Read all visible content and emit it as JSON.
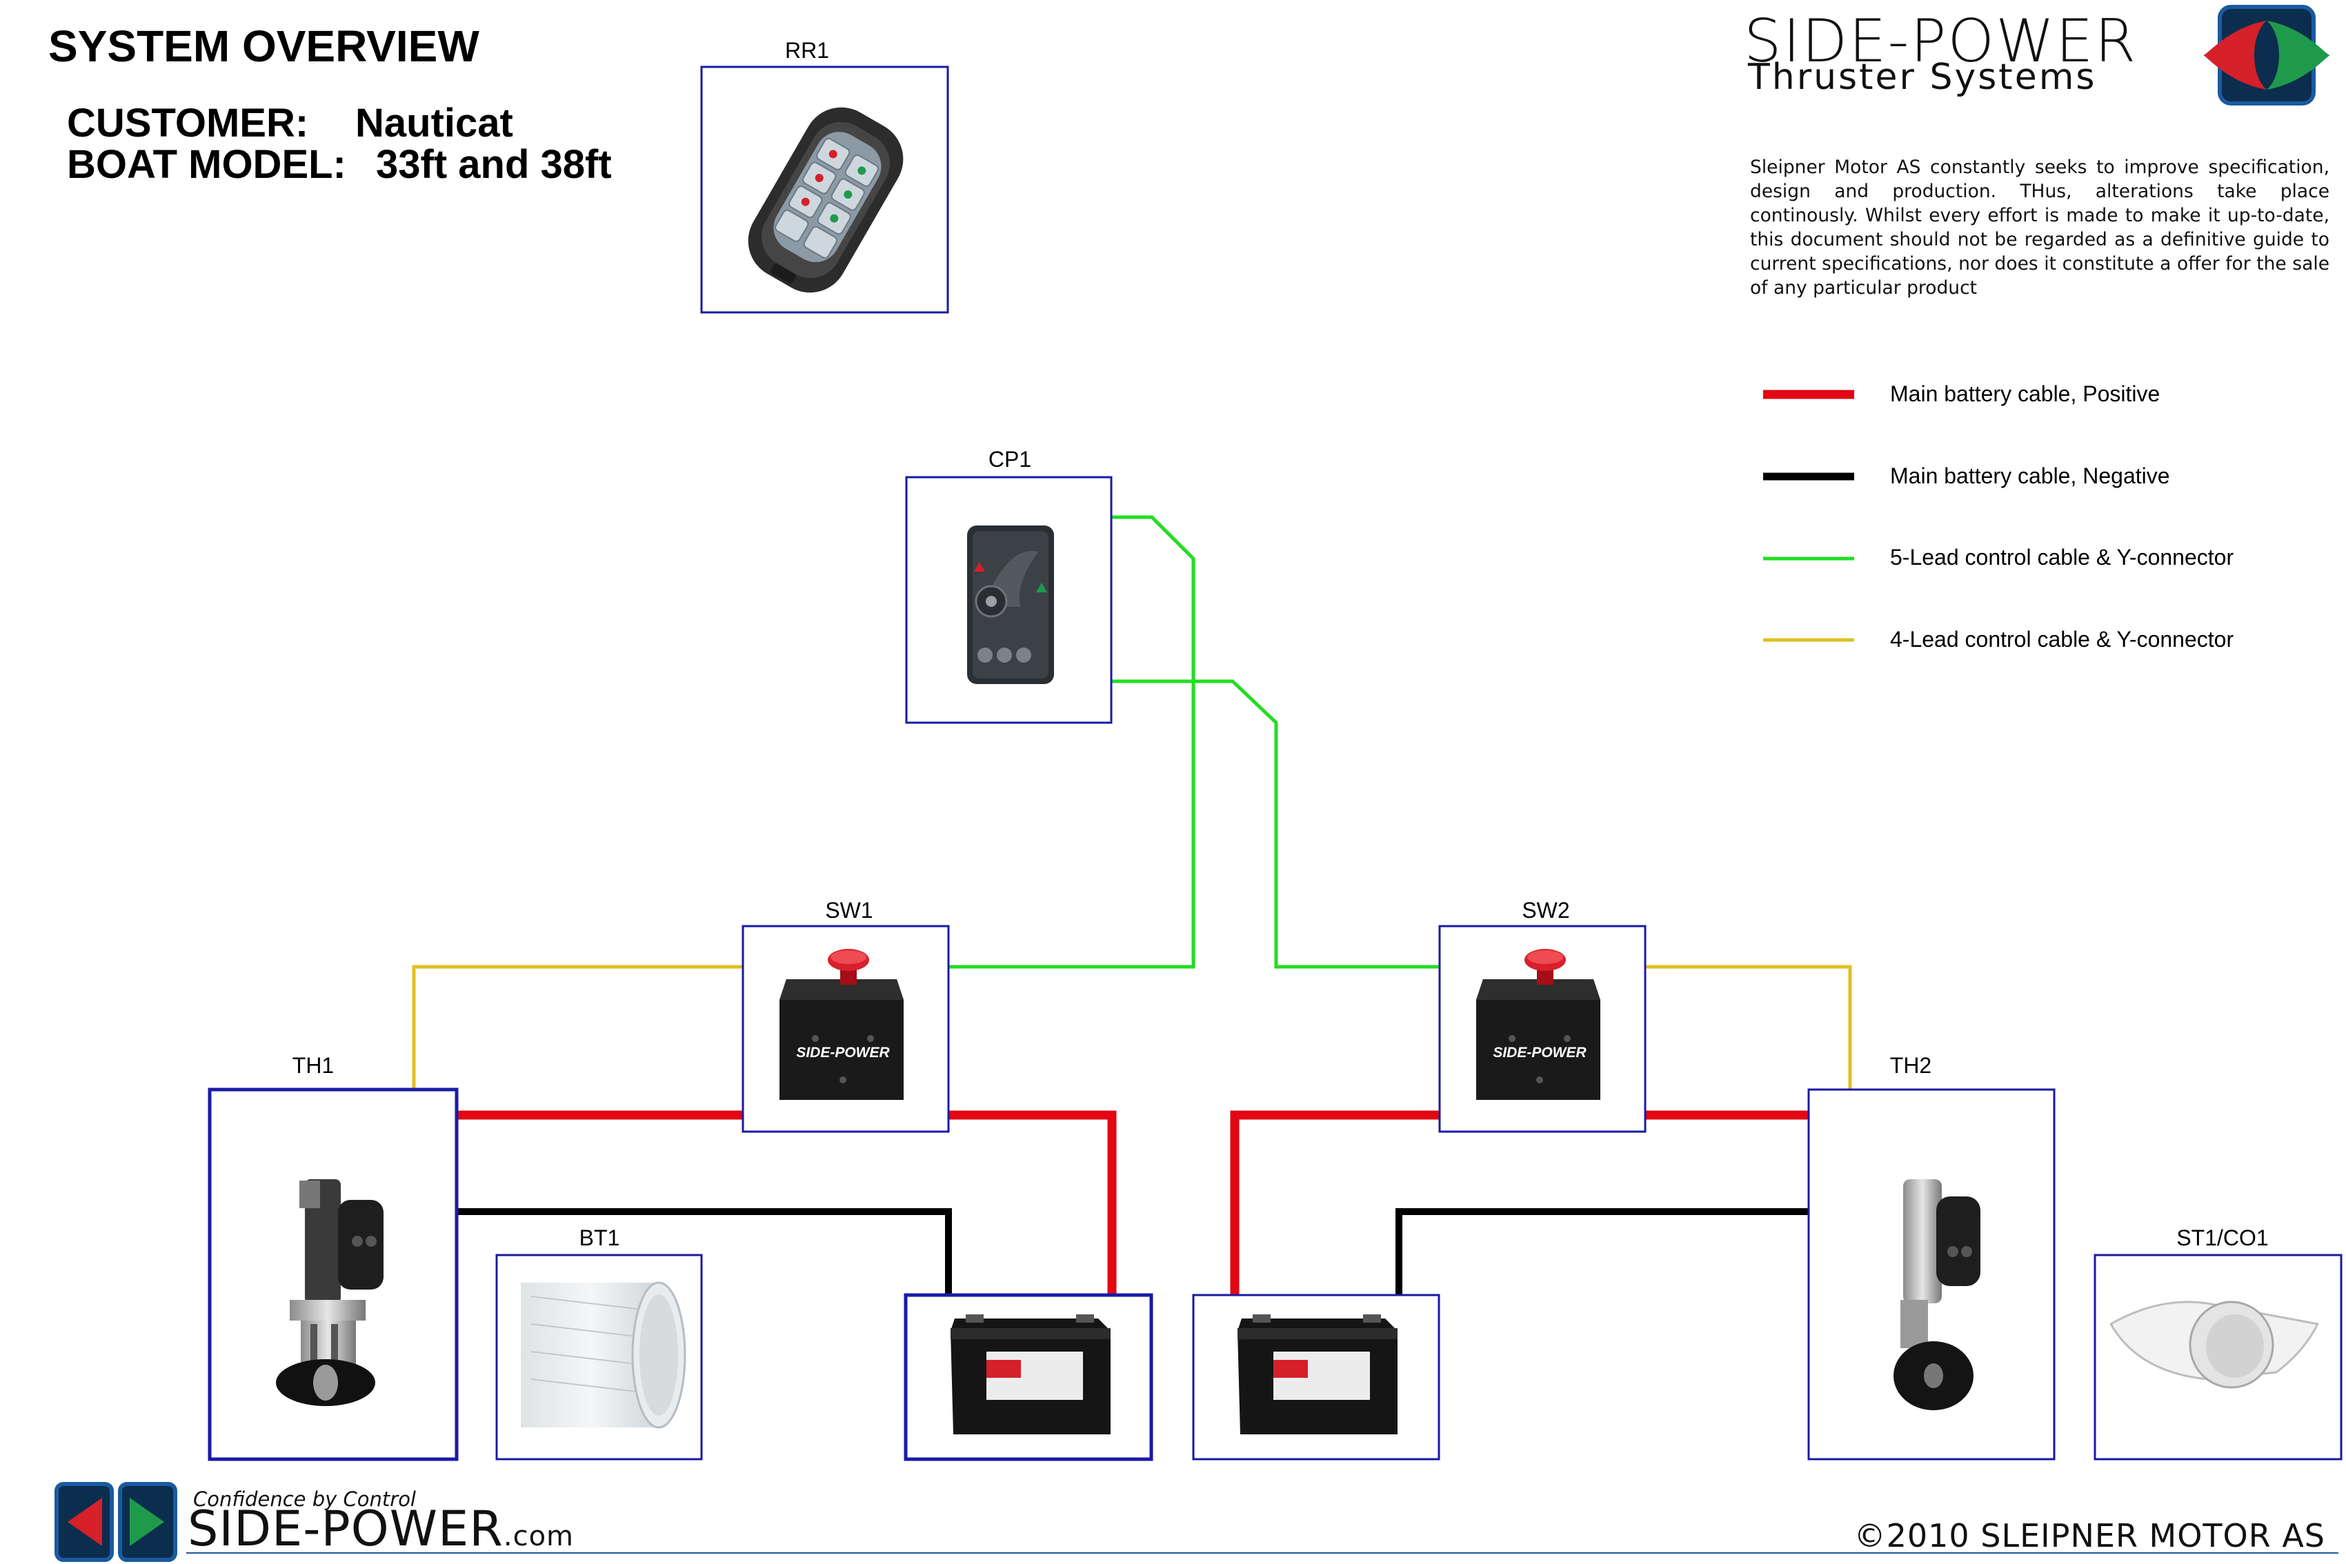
{
  "header": {
    "title": "SYSTEM OVERVIEW",
    "customer_label": "CUSTOMER:",
    "customer_value": "Nauticat",
    "model_label": "BOAT MODEL:",
    "model_value": "33ft and 38ft"
  },
  "brand": {
    "line1": "SIDE-POWER",
    "line2": "Thruster Systems",
    "disclaimer": "Sleipner Motor AS constantly seeks to improve specification, design and production. THus, alterations take place continously. Whilst every effort is made to make it up-to-date, this document should not be regarded as a definitive guide to current specifications, nor does it constitute a offer for the sale of any particular product"
  },
  "legend": [
    {
      "label": "Main battery cable, Positive",
      "color": "#e30613"
    },
    {
      "label": "Main battery cable, Negative",
      "color": "#000000"
    },
    {
      "label": "5-Lead control cable & Y-connector",
      "color": "#22dd22"
    },
    {
      "label": "4-Lead control cable & Y-connector",
      "color": "#e0c020"
    }
  ],
  "components": {
    "rr1": "RR1",
    "cp1": "CP1",
    "sw1": "SW1",
    "sw2": "SW2",
    "th1": "TH1",
    "th2": "TH2",
    "bt1": "BT1",
    "st1": "ST1/CO1"
  },
  "footer": {
    "tagline": "Confidence by Control",
    "brand": "SIDE-POWER",
    "brand_suffix": ".com",
    "copyright": "©2010 SLEIPNER MOTOR AS"
  },
  "colors": {
    "box_border": "#1a1aa6",
    "positive": "#e30613",
    "negative": "#000000",
    "control5": "#22dd22",
    "control4": "#e0c020",
    "logo_red": "#d6202a",
    "logo_green": "#1f9a4a",
    "logo_blue": "#1a5aa0"
  }
}
